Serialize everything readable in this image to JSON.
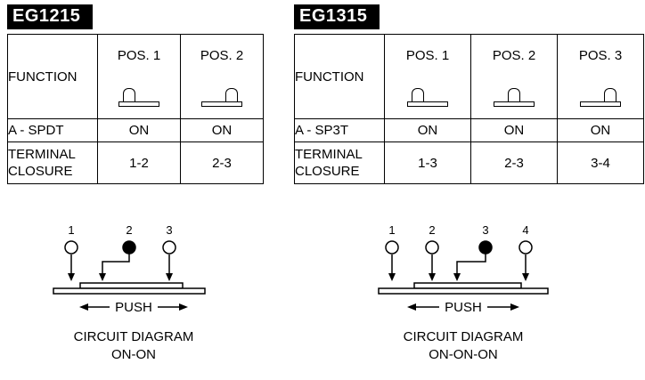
{
  "eg1215": {
    "title": "EG1215",
    "table": {
      "function_label": "FUNCTION",
      "positions": [
        "POS. 1",
        "POS. 2"
      ],
      "type_label": "A - SPDT",
      "type_values": [
        "ON",
        "ON"
      ],
      "closure_label": "TERMINAL CLOSURE",
      "closure_values": [
        "1-2",
        "2-3"
      ]
    },
    "diagram": {
      "terminals": [
        "1",
        "2",
        "3"
      ],
      "push_label": "PUSH",
      "caption_line1": "CIRCUIT DIAGRAM",
      "caption_line2": "ON-ON"
    }
  },
  "eg1315": {
    "title": "EG1315",
    "table": {
      "function_label": "FUNCTION",
      "positions": [
        "POS. 1",
        "POS. 2",
        "POS. 3"
      ],
      "type_label": "A - SP3T",
      "type_values": [
        "ON",
        "ON",
        "ON"
      ],
      "closure_label": "TERMINAL CLOSURE",
      "closure_values": [
        "1-3",
        "2-3",
        "3-4"
      ]
    },
    "diagram": {
      "terminals": [
        "1",
        "2",
        "3",
        "4"
      ],
      "push_label": "PUSH",
      "caption_line1": "CIRCUIT DIAGRAM",
      "caption_line2": "ON-ON-ON"
    }
  }
}
